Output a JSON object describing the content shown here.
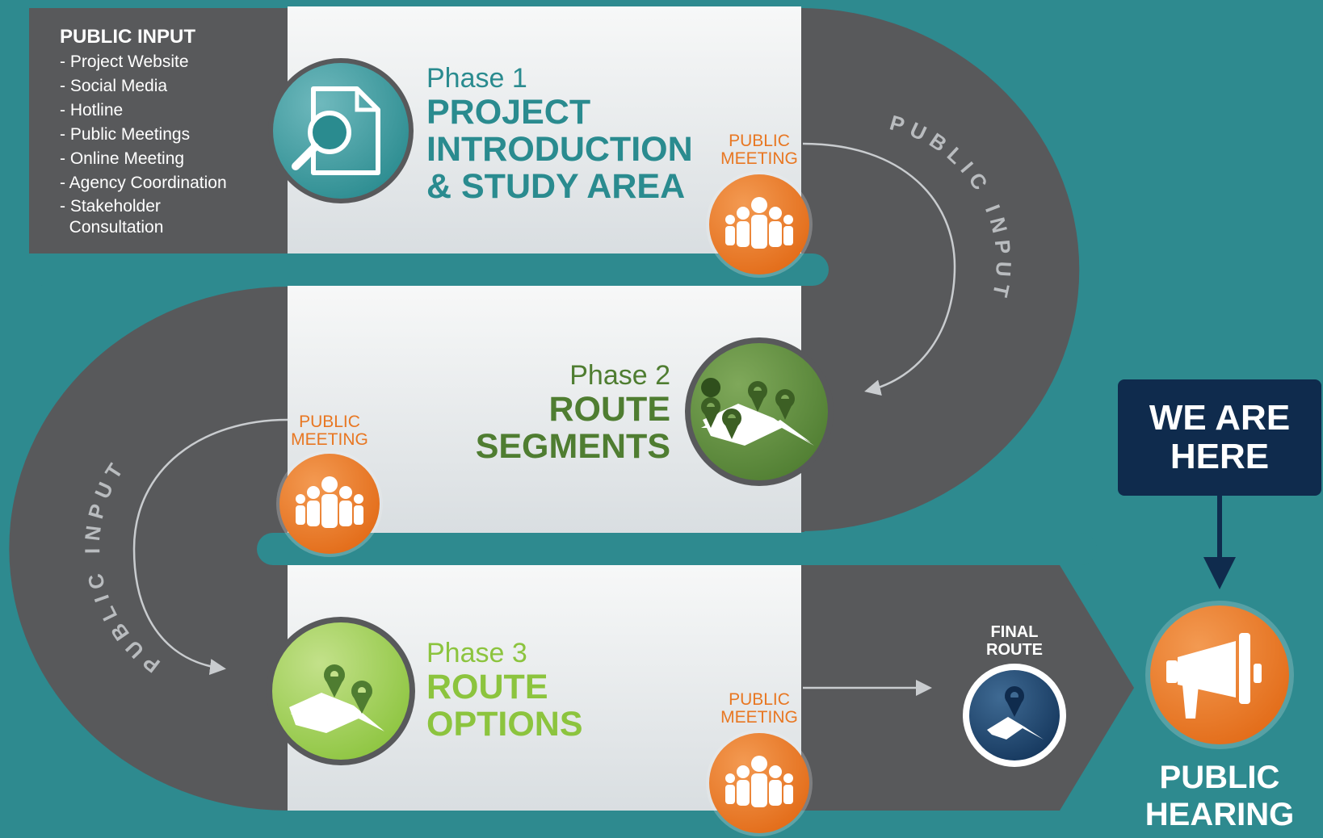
{
  "public_input_box": {
    "title": "PUBLIC INPUT",
    "items": [
      "- Project Website",
      "- Social Media",
      "- Hotline",
      "- Public Meetings",
      "- Online Meeting",
      "- Agency Coordination",
      "- Stakeholder",
      "  Consultation"
    ]
  },
  "phases": [
    {
      "label": "Phase 1",
      "title_lines": [
        "PROJECT",
        "INTRODUCTION",
        "& STUDY AREA"
      ],
      "color": "#2a8b8f",
      "icon": "document-search-icon"
    },
    {
      "label": "Phase 2",
      "title_lines": [
        "ROUTE",
        "SEGMENTS"
      ],
      "color": "#4f7d31",
      "icon": "map-pins-icon"
    },
    {
      "label": "Phase 3",
      "title_lines": [
        "ROUTE",
        "OPTIONS"
      ],
      "color": "#8cc43e",
      "icon": "map-pins-icon"
    }
  ],
  "public_meeting_label": [
    "PUBLIC",
    "MEETING"
  ],
  "arc_labels": [
    "PUBLIC INPUT",
    "PUBLIC INPUT"
  ],
  "final_route": {
    "lines": [
      "FINAL",
      "ROUTE"
    ],
    "icon": "map-pin-icon"
  },
  "we_are_here": {
    "lines": [
      "WE ARE",
      "HERE"
    ]
  },
  "public_hearing": {
    "lines": [
      "PUBLIC",
      "HEARING"
    ],
    "icon": "megaphone-icon"
  },
  "colors": {
    "background_teal": "#2e8a8f",
    "path_gray": "#58595b",
    "panel_light": "#e8ecee",
    "meeting_orange": "#e87722",
    "navy": "#0f2b4d"
  }
}
